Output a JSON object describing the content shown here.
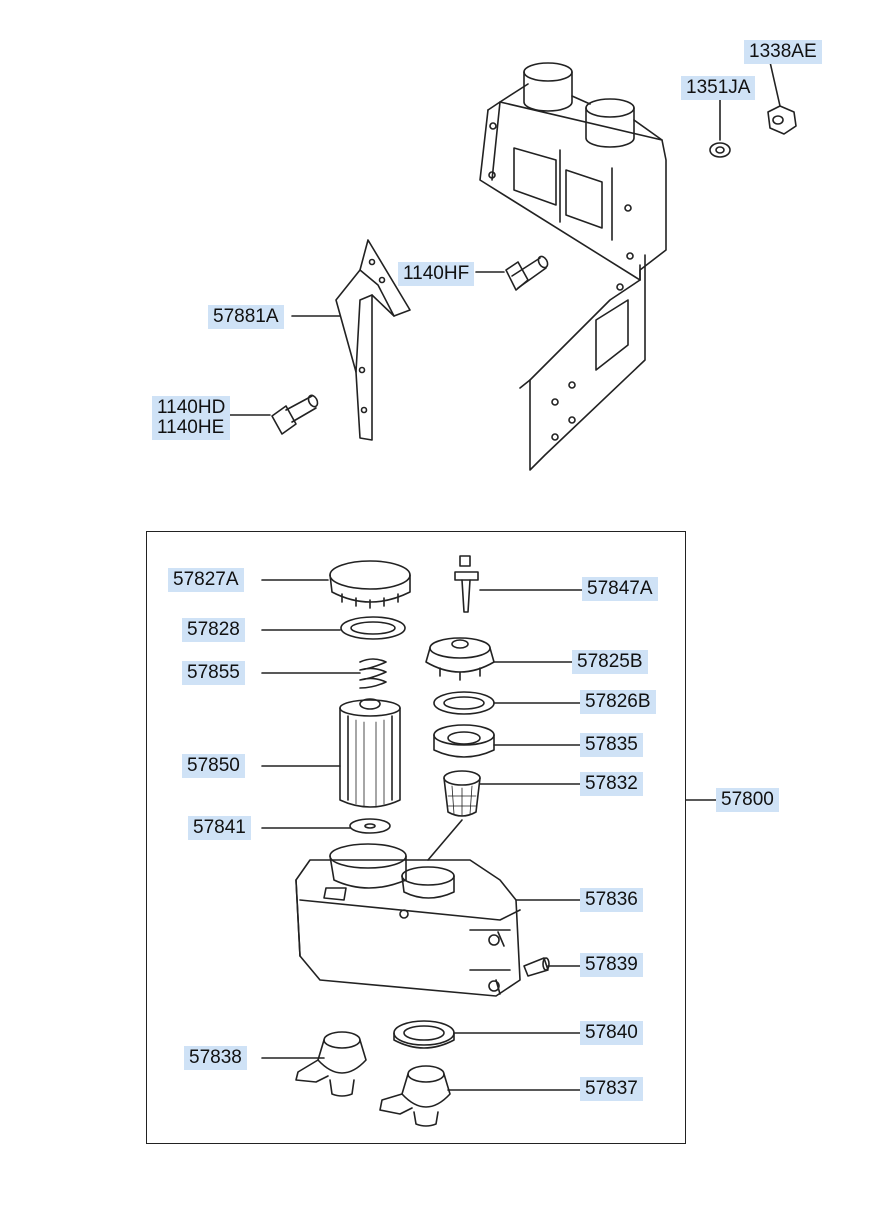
{
  "diagram": {
    "upper_group": {
      "labels": {
        "bolt_1338AE": "1338AE",
        "washer_1351JA": "1351JA",
        "bolt_1140HF": "1140HF",
        "bracket_57881A": "57881A",
        "bolt_1140HD": "1140HD",
        "bolt_1140HE": "1140HE"
      }
    },
    "reservoir_assembly": {
      "assembly_label": "57800",
      "labels": {
        "cap_57827A": "57827A",
        "packing_57828": "57828",
        "spring_57855": "57855",
        "filter_57850": "57850",
        "plate_57841": "57841",
        "sensor_57847A": "57847A",
        "cap_57825B": "57825B",
        "packing_57826B": "57826B",
        "cap_57835": "57835",
        "strainer_57832": "57832",
        "reservoir_57836": "57836",
        "plug_57839": "57839",
        "ring_57840": "57840",
        "fitting_57838": "57838",
        "fitting_57837": "57837"
      }
    },
    "colors": {
      "label_background": "#cfe2f6",
      "line": "#222222"
    }
  }
}
